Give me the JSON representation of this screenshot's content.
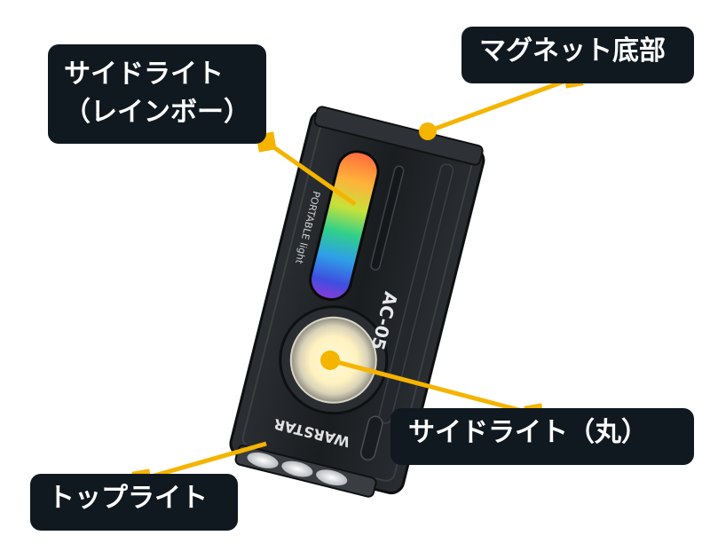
{
  "labels": {
    "side_light_rainbow_line1": "サイドライト",
    "side_light_rainbow_line2": "（レインボー）",
    "magnet_bottom": "マグネット底部",
    "side_light_round": "サイドライト（丸）",
    "top_light": "トップライト"
  },
  "device": {
    "brand_text": "WARSTAR",
    "side_text": "PORTABLE light",
    "model": "AC-05"
  },
  "colors": {
    "label_background": "#101820",
    "label_text": "#ffffff",
    "callout_line": "#f5b400",
    "device_body": "#1c1f22"
  }
}
